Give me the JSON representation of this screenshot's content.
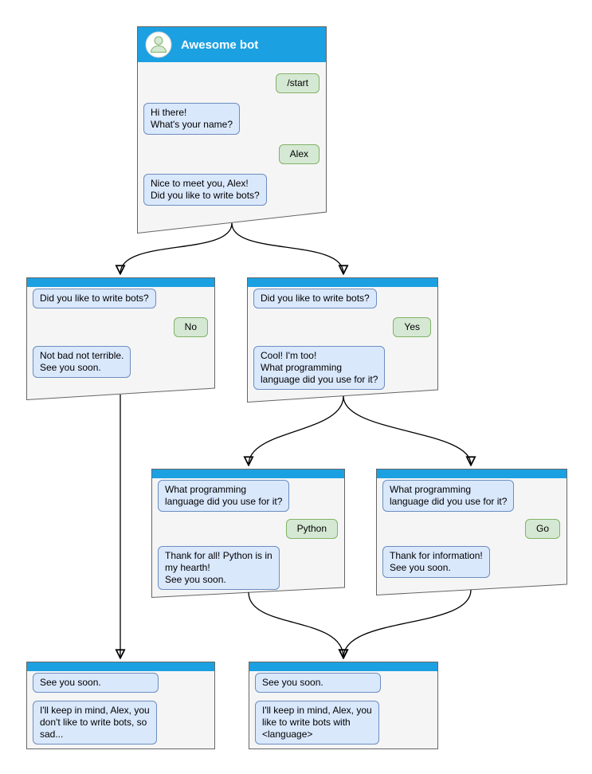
{
  "colors": {
    "header_blue": "#1ba1e2",
    "window_bg": "#f5f5f5",
    "window_border": "#666666",
    "bot_bubble_bg": "#dae8fc",
    "bot_bubble_border": "#6c8ebf",
    "user_bubble_bg": "#d5e8d4",
    "user_bubble_border": "#82b366",
    "arrow_color": "#000000",
    "title_color": "#ffffff"
  },
  "windows": [
    {
      "name": "awesome-bot-root",
      "title": "Awesome bot",
      "messages": [
        {
          "from": "user",
          "text": "/start"
        },
        {
          "from": "bot",
          "text": "Hi there!\nWhat's your name?"
        },
        {
          "from": "user",
          "text": "Alex"
        },
        {
          "from": "bot",
          "text": "Nice to meet you, Alex!\nDid you like to write bots?"
        }
      ]
    },
    {
      "name": "branch-no",
      "messages": [
        {
          "from": "bot",
          "text": "Did you like to write bots?"
        },
        {
          "from": "user",
          "text": "No"
        },
        {
          "from": "bot",
          "text": "Not bad not terrible.\nSee you soon."
        }
      ]
    },
    {
      "name": "branch-yes",
      "messages": [
        {
          "from": "bot",
          "text": "Did you like to write bots?"
        },
        {
          "from": "user",
          "text": "Yes"
        },
        {
          "from": "bot",
          "text": "Cool! I'm too!\nWhat programming\nlanguage did you use for it?"
        }
      ]
    },
    {
      "name": "branch-python",
      "messages": [
        {
          "from": "bot",
          "text": "What programming\nlanguage did you use for it?"
        },
        {
          "from": "user",
          "text": "Python"
        },
        {
          "from": "bot",
          "text": "Thank for all! Python is in\nmy hearth!\nSee you soon."
        }
      ]
    },
    {
      "name": "branch-go",
      "messages": [
        {
          "from": "bot",
          "text": "What programming\nlanguage did you use for it?"
        },
        {
          "from": "user",
          "text": "Go"
        },
        {
          "from": "bot",
          "text": "Thank for information!\nSee you soon."
        }
      ]
    },
    {
      "name": "end-no",
      "messages": [
        {
          "from": "bot",
          "text": "See you soon."
        },
        {
          "from": "bot",
          "text": "I'll keep in mind, Alex, you\ndon't like to write bots, so\nsad..."
        }
      ]
    },
    {
      "name": "end-yes",
      "messages": [
        {
          "from": "bot",
          "text": "See you soon."
        },
        {
          "from": "bot",
          "text": "I'll keep in mind, Alex, you\nlike to write bots with\n<language>"
        }
      ]
    }
  ]
}
